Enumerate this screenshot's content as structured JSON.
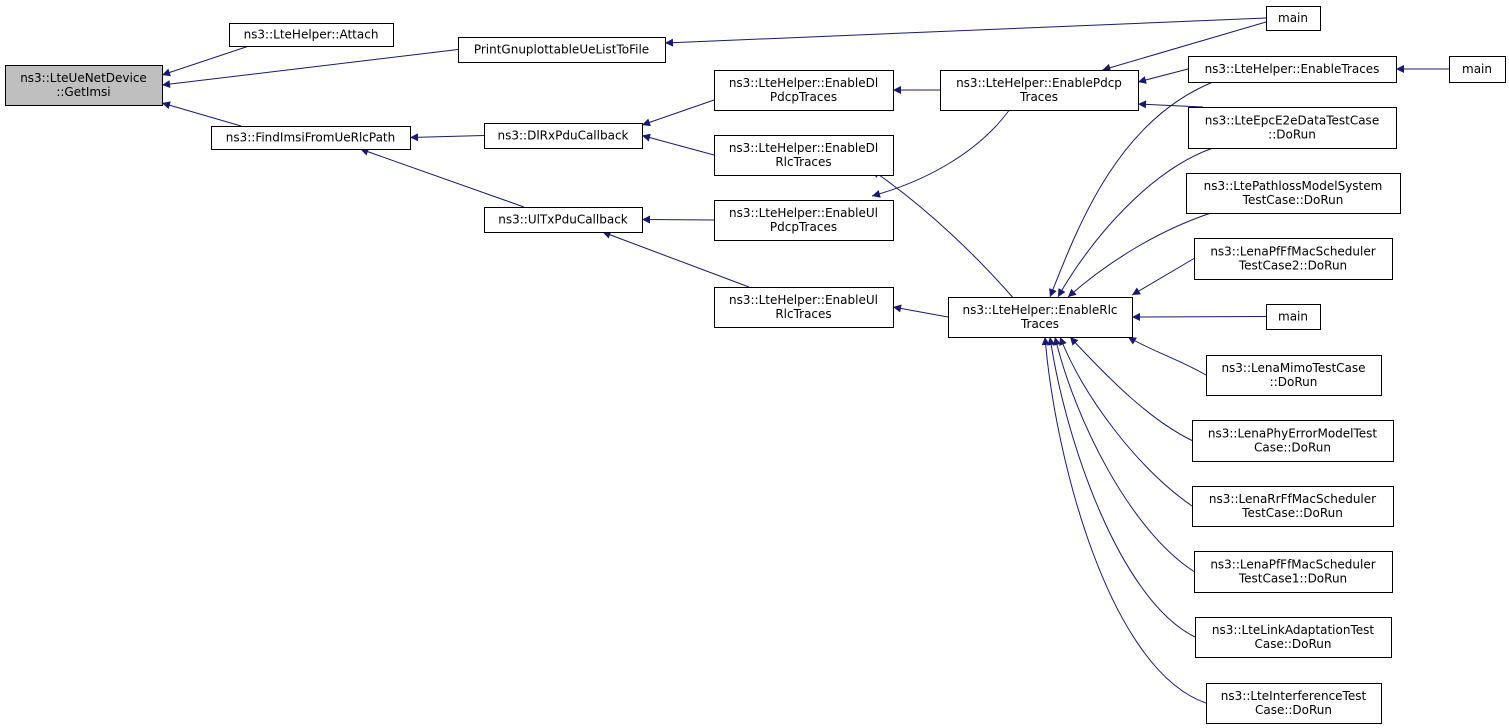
{
  "nodes": [
    {
      "id": "getimsi",
      "lines": [
        "ns3::LteUeNetDevice",
        "::GetImsi"
      ],
      "root": true,
      "link": false
    },
    {
      "id": "attach",
      "lines": [
        "ns3::LteHelper::Attach"
      ],
      "link": true
    },
    {
      "id": "printgnu",
      "lines": [
        "PrintGnuplottableUeListToFile"
      ],
      "link": true
    },
    {
      "id": "findimsi",
      "lines": [
        "ns3::FindImsiFromUeRlcPath"
      ],
      "link": true
    },
    {
      "id": "main1",
      "lines": [
        "main"
      ],
      "link": true
    },
    {
      "id": "dlrx",
      "lines": [
        "ns3::DlRxPduCallback"
      ],
      "link": true
    },
    {
      "id": "ultx",
      "lines": [
        "ns3::UlTxPduCallback"
      ],
      "link": true
    },
    {
      "id": "endlpdcp",
      "lines": [
        "ns3::LteHelper::EnableDl",
        "PdcpTraces"
      ],
      "link": true
    },
    {
      "id": "endlrlc",
      "lines": [
        "ns3::LteHelper::EnableDl",
        "RlcTraces"
      ],
      "link": true
    },
    {
      "id": "enulpdcp",
      "lines": [
        "ns3::LteHelper::EnableUl",
        "PdcpTraces"
      ],
      "link": true
    },
    {
      "id": "enulrlc",
      "lines": [
        "ns3::LteHelper::EnableUl",
        "RlcTraces"
      ],
      "link": true
    },
    {
      "id": "enpdcp",
      "lines": [
        "ns3::LteHelper::EnablePdcp",
        "Traces"
      ],
      "link": true
    },
    {
      "id": "enrlc",
      "lines": [
        "ns3::LteHelper::EnableRlc",
        "Traces"
      ],
      "link": true
    },
    {
      "id": "entraces",
      "lines": [
        "ns3::LteHelper::EnableTraces"
      ],
      "link": true
    },
    {
      "id": "main2",
      "lines": [
        "main"
      ],
      "link": true
    },
    {
      "id": "epce2e",
      "lines": [
        "ns3::LteEpcE2eDataTestCase",
        "::DoRun"
      ],
      "link": true
    },
    {
      "id": "pathloss",
      "lines": [
        "ns3::LtePathlossModelSystem",
        "TestCase::DoRun"
      ],
      "link": true
    },
    {
      "id": "pfff2",
      "lines": [
        "ns3::LenaPfFfMacScheduler",
        "TestCase2::DoRun"
      ],
      "link": true
    },
    {
      "id": "main3",
      "lines": [
        "main"
      ],
      "link": true
    },
    {
      "id": "mimo",
      "lines": [
        "ns3::LenaMimoTestCase",
        "::DoRun"
      ],
      "link": true
    },
    {
      "id": "phyerr",
      "lines": [
        "ns3::LenaPhyErrorModelTest",
        "Case::DoRun"
      ],
      "link": true
    },
    {
      "id": "rrff",
      "lines": [
        "ns3::LenaRrFfMacScheduler",
        "TestCase::DoRun"
      ],
      "link": true
    },
    {
      "id": "pfff1",
      "lines": [
        "ns3::LenaPfFfMacScheduler",
        "TestCase1::DoRun"
      ],
      "link": true
    },
    {
      "id": "linkadapt",
      "lines": [
        "ns3::LteLinkAdaptationTest",
        "Case::DoRun"
      ],
      "link": true
    },
    {
      "id": "interf",
      "lines": [
        "ns3::LteInterferenceTest",
        "Case::DoRun"
      ],
      "link": true
    }
  ],
  "edges": [
    {
      "from": "attach",
      "to": "getimsi"
    },
    {
      "from": "printgnu",
      "to": "getimsi"
    },
    {
      "from": "findimsi",
      "to": "getimsi"
    },
    {
      "from": "main1",
      "to": "printgnu"
    },
    {
      "from": "dlrx",
      "to": "findimsi"
    },
    {
      "from": "ultx",
      "to": "findimsi"
    },
    {
      "from": "endlpdcp",
      "to": "dlrx"
    },
    {
      "from": "endlrlc",
      "to": "dlrx"
    },
    {
      "from": "enulpdcp",
      "to": "ultx"
    },
    {
      "from": "enulrlc",
      "to": "ultx"
    },
    {
      "from": "enpdcp",
      "to": "endlpdcp"
    },
    {
      "from": "enpdcp",
      "to": "enulpdcp"
    },
    {
      "from": "enrlc",
      "to": "endlrlc"
    },
    {
      "from": "enrlc",
      "to": "enulrlc"
    },
    {
      "from": "main1",
      "to": "enpdcp"
    },
    {
      "from": "entraces",
      "to": "enpdcp"
    },
    {
      "from": "epce2e",
      "to": "enpdcp"
    },
    {
      "from": "main2",
      "to": "entraces"
    },
    {
      "from": "entraces",
      "to": "enrlc"
    },
    {
      "from": "epce2e",
      "to": "enrlc"
    },
    {
      "from": "pathloss",
      "to": "enrlc"
    },
    {
      "from": "pfff2",
      "to": "enrlc"
    },
    {
      "from": "main3",
      "to": "enrlc"
    },
    {
      "from": "mimo",
      "to": "enrlc"
    },
    {
      "from": "phyerr",
      "to": "enrlc"
    },
    {
      "from": "rrff",
      "to": "enrlc"
    },
    {
      "from": "pfff1",
      "to": "enrlc"
    },
    {
      "from": "linkadapt",
      "to": "enrlc"
    },
    {
      "from": "interf",
      "to": "enrlc"
    }
  ],
  "colors": {
    "edge": "#191970",
    "root_fill": "#bfbfbf",
    "node_fill": "#ffffff",
    "border": "#000000"
  }
}
